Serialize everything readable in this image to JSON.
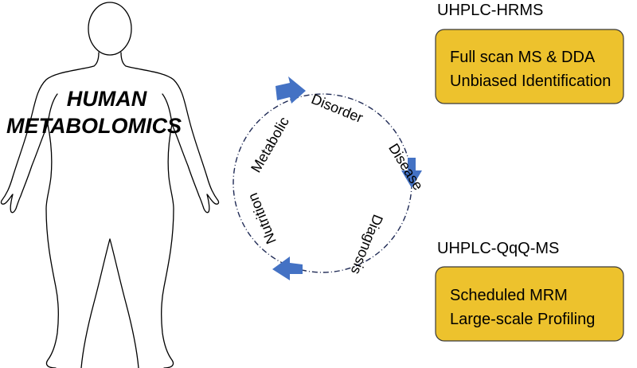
{
  "colors": {
    "box_fill": "#EDC22D",
    "box_border": "#3a3a3a",
    "arrow": "#4472C4",
    "cycle_line": "#1f2a55",
    "body_outline": "#000000"
  },
  "left": {
    "title_line1": "HUMAN",
    "title_line2": "METABOLOMICS",
    "figure_icon": "human-body-outline-icon"
  },
  "cycle": {
    "words": {
      "disorder": "Disorder",
      "disease": "Disease",
      "diagnosis": "Diagnosis",
      "nutrition": "Nutrition",
      "metabolic": "Metabolic"
    },
    "arrow_icon": "block-arrow-icon"
  },
  "top_method": {
    "heading": "UHPLC-HRMS",
    "line1": "Full scan MS & DDA",
    "line2": "Unbiased Identification"
  },
  "bottom_method": {
    "heading": "UHPLC-QqQ-MS",
    "line1": "Scheduled MRM",
    "line2": "Large-scale Profiling"
  }
}
